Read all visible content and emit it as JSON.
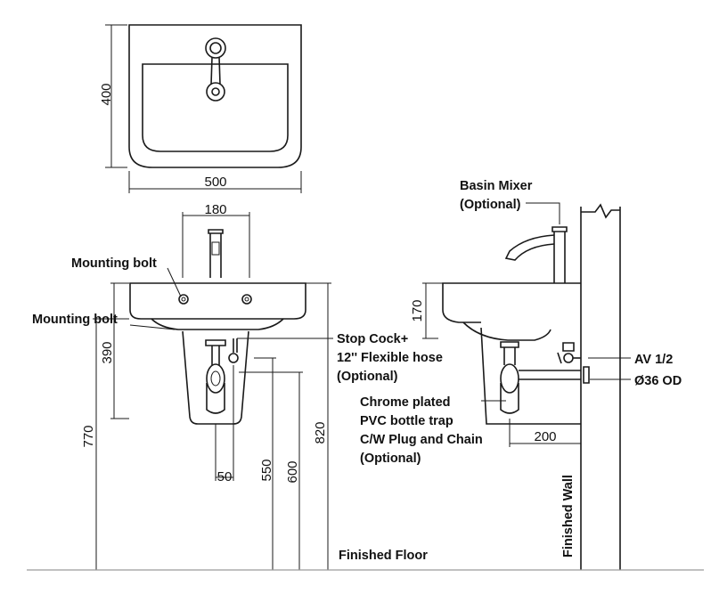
{
  "dimensions": {
    "top_width": "500",
    "top_depth": "400",
    "mixer_offset": "180",
    "front_height_390": "390",
    "front_height_770": "770",
    "front_height_820": "820",
    "front_height_550": "550",
    "front_height_600": "600",
    "front_offset_50": "50",
    "side_height_170": "170",
    "side_depth_200": "200"
  },
  "labels": {
    "mounting_bolt_upper": "Mounting bolt",
    "mounting_bolt_lower": "Mounting bolt",
    "stop_cock_line1": "Stop Cock+",
    "stop_cock_line2": "12'' Flexible hose",
    "stop_cock_line3": "(Optional)",
    "basin_mixer_line1": "Basin Mixer",
    "basin_mixer_line2": "(Optional)",
    "av": "AV 1/2",
    "od": "Ø36 OD",
    "trap_line1": "Chrome plated",
    "trap_line2": "PVC bottle trap",
    "trap_line3": "C/W Plug and Chain",
    "trap_line4": "(Optional)",
    "finished_floor": "Finished Floor",
    "finished_wall": "Finished Wall"
  }
}
